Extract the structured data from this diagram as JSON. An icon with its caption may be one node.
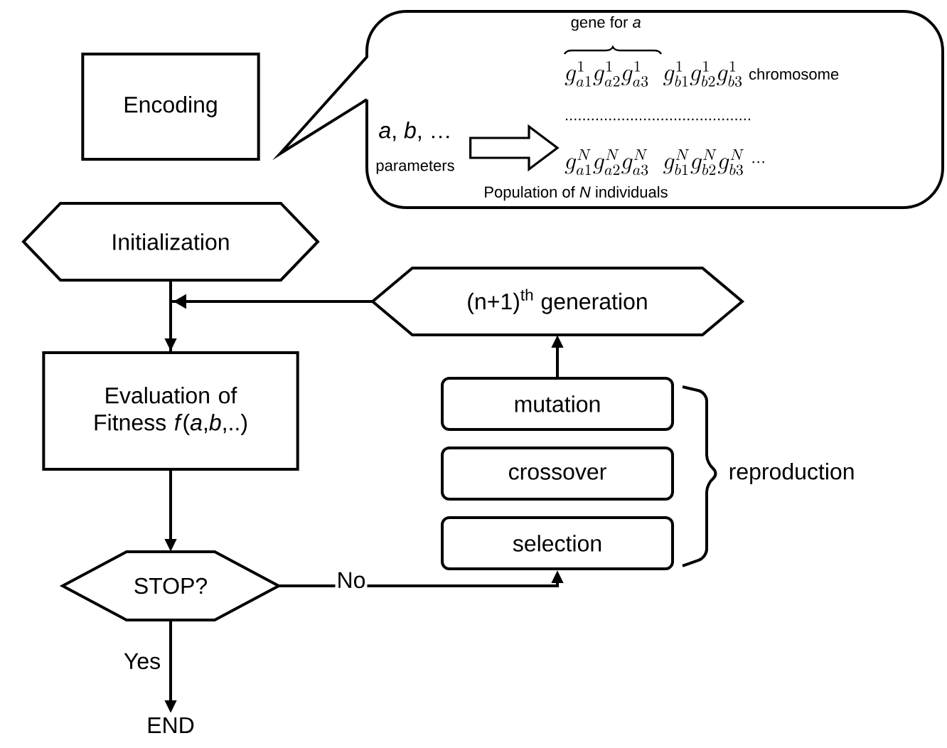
{
  "diagram": {
    "nodes": [
      {
        "text": [
          "Encoding"
        ]
      },
      {
        "text": [
          "Population of *N* individuals"
        ]
      },
      {
        "text": [
          "*a*, *b*, …",
          "parameters"
        ],
        "in": 1
      },
      {
        "text": [
          "gene for *a*",
          "g^{1}_{a1}g^{1}_{a2}g^{1}_{a3}\\;\\; g^{1}_{b1}g^{1}_{b2}g^{1}_{b3}",
          "chromosome",
          "...........................................",
          "g^{N}_{a1}g^{N}_{a2}g^{N}_{a3}\\;\\; g^{N}_{b1}g^{N}_{b2}g^{N}_{b3}",
          "…"
        ],
        "in": 1
      },
      {
        "text": [
          "Initialization"
        ]
      },
      {
        "text": [
          "(n+1)$^{th}$ generation"
        ]
      },
      {
        "text": [
          "Evaluation of Fitness *f*(*a*,*b*,..)"
        ]
      },
      {
        "text": [
          "mutation"
        ]
      },
      {
        "text": [
          "crossover"
        ]
      },
      {
        "text": [
          "selection"
        ]
      },
      {
        "text": [
          "STOP?"
        ]
      },
      {
        "text": [
          "END"
        ]
      }
    ],
    "edges": [
      {
        "from": 2,
        "to": 3,
        "arrow": "to",
        "style": "thick"
      },
      {
        "from": 4,
        "to": 6,
        "arrow": "to"
      },
      {
        "from": 5,
        "to": 6,
        "arrow": "to"
      },
      {
        "from": 6,
        "to": 10,
        "arrow": "to"
      },
      {
        "from": 10,
        "to": 11,
        "arrow": "to",
        "label": "Yes"
      },
      {
        "from": 10,
        "to": 9,
        "arrow": "to",
        "label": "No"
      },
      {
        "from": 7,
        "to": 5,
        "arrow": "to"
      }
    ],
    "labels": [
      "reproduction"
    ]
  }
}
